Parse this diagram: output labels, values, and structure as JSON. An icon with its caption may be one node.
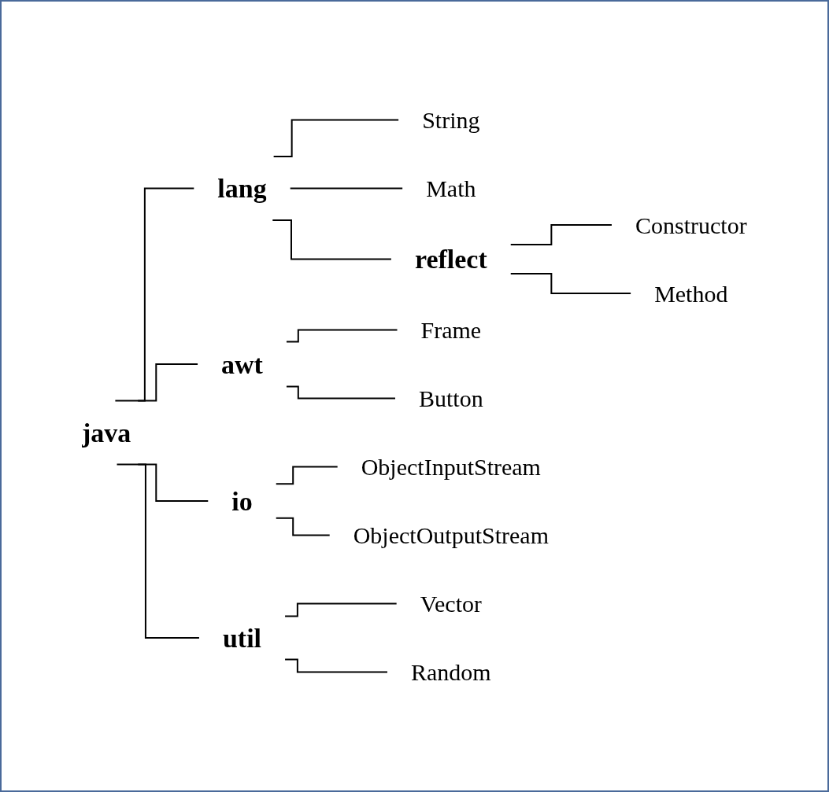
{
  "diagram": {
    "nodes": [
      {
        "text": [
          "java"
        ]
      },
      {
        "text": [
          "lang"
        ]
      },
      {
        "text": [
          "String"
        ]
      },
      {
        "text": [
          "Math"
        ]
      },
      {
        "text": [
          "reflect"
        ]
      },
      {
        "text": [
          "Constructor"
        ]
      },
      {
        "text": [
          "Method"
        ]
      },
      {
        "text": [
          "awt"
        ]
      },
      {
        "text": [
          "Frame"
        ]
      },
      {
        "text": [
          "Button"
        ]
      },
      {
        "text": [
          "io"
        ]
      },
      {
        "text": [
          "ObjectInputStream"
        ]
      },
      {
        "text": [
          "ObjectOutputStream"
        ]
      },
      {
        "text": [
          "util"
        ]
      },
      {
        "text": [
          "Vector"
        ]
      },
      {
        "text": [
          "Random"
        ]
      }
    ],
    "edges": [
      {
        "from": 0,
        "to": 1,
        "arrow": "none"
      },
      {
        "from": 1,
        "to": 2,
        "arrow": "none"
      },
      {
        "from": 1,
        "to": 3,
        "arrow": "none"
      },
      {
        "from": 1,
        "to": 4,
        "arrow": "none"
      },
      {
        "from": 4,
        "to": 5,
        "arrow": "none"
      },
      {
        "from": 4,
        "to": 6,
        "arrow": "none"
      },
      {
        "from": 0,
        "to": 7,
        "arrow": "none"
      },
      {
        "from": 7,
        "to": 8,
        "arrow": "none"
      },
      {
        "from": 7,
        "to": 9,
        "arrow": "none"
      },
      {
        "from": 0,
        "to": 10,
        "arrow": "none"
      },
      {
        "from": 10,
        "to": 11,
        "arrow": "none"
      },
      {
        "from": 10,
        "to": 12,
        "arrow": "none"
      },
      {
        "from": 0,
        "to": 13,
        "arrow": "none"
      },
      {
        "from": 13,
        "to": 14,
        "arrow": "none"
      },
      {
        "from": 13,
        "to": 15,
        "arrow": "none"
      }
    ]
  }
}
